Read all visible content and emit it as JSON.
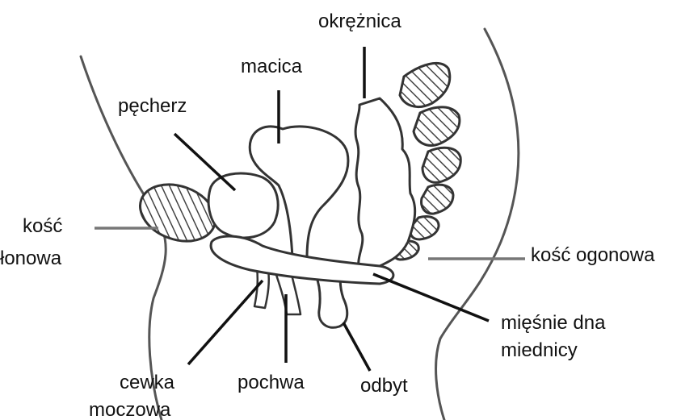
{
  "labels": {
    "okreznica": "okrężnica",
    "macica": "macica",
    "pecherz": "pęcherz",
    "kosc": "kość",
    "lonowa": "łonowa",
    "kosc_ogonowa": "kość ogonowa",
    "miesnie_line1": "mięśnie dna",
    "miesnie_line2": "miednicy",
    "cewka_line1": "cewka",
    "cewka_line2": "moczowa",
    "pochwa": "pochwa",
    "odbyt": "odbyt"
  }
}
